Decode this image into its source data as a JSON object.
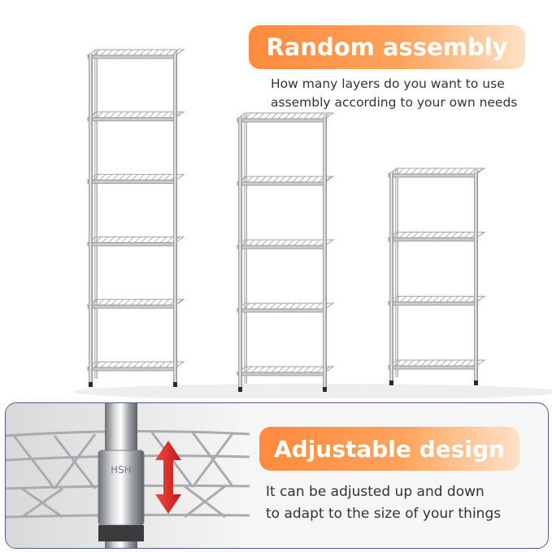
{
  "top": {
    "heading": "Random assembly",
    "description_lines": [
      "How many layers do you want to use",
      "assembly according to your own needs"
    ]
  },
  "bottom": {
    "heading": "Adjustable design",
    "description_lines": [
      "It can be adjusted up and down",
      "to adapt to the size of your things"
    ]
  },
  "shelves": [
    {
      "name": "six-tier-shelf",
      "tiers": 6
    },
    {
      "name": "five-tier-shelf",
      "tiers": 5
    },
    {
      "name": "four-tier-shelf",
      "tiers": 4
    }
  ],
  "colors": {
    "banner_orange": "#ff8a3d",
    "arrow_red": "#e02a2a",
    "panel_border": "#4a5b86",
    "chrome": "#b9bcc0"
  },
  "icons": [
    "up-down-arrow-icon"
  ]
}
